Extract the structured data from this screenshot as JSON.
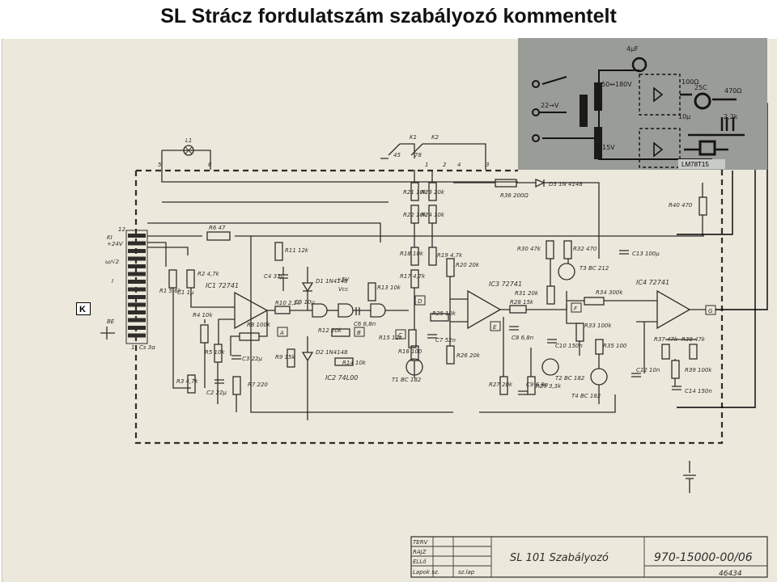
{
  "title": "SL Strácz fordulatszám szabályozó kommentelt",
  "marker_k": "K",
  "inset": {
    "regulator_label": "LM78T15",
    "notes": [
      "4µF",
      "100Ω",
      "25C",
      "470Ω",
      "10μ",
      "2,2k",
      "150↔180V",
      "22→V",
      "15V"
    ]
  },
  "schematic": {
    "connector_pins": [
      "12",
      "+24V",
      "ω/√2",
      "I",
      "BE",
      "1",
      "Cs 3α",
      "KI"
    ],
    "terminals": [
      "5",
      "6",
      "45",
      "78",
      "1",
      "2",
      "4",
      "3",
      "K1",
      "K2",
      "L1"
    ],
    "opamps": [
      "IC1 72741",
      "IC3 72741",
      "IC4 72741",
      "IC2 74L00"
    ],
    "components": [
      "R6 47",
      "R11 12k",
      "R2 4,7k",
      "R1 5,6k",
      "C1 1μ",
      "R4 10k",
      "R5 10k",
      "R3 4,7k",
      "C2 22μ",
      "C3 22μ",
      "R7 220",
      "R8 100k",
      "C4 33μ",
      "D1 1N4148",
      "+5V",
      "Vcc",
      "R10 2,2k",
      "C5 10μ",
      "R13 10k",
      "C6 6,8n",
      "R12 20k",
      "R9 15k",
      "D2 1N4148",
      "R14 10k",
      "R15 12k",
      "R16 100",
      "T1 BC 182",
      "C7 52n",
      "R25 10k",
      "R26 20k",
      "R17 4,7k",
      "R18 10k",
      "R19 4,7k",
      "R20 20k",
      "R21 10k",
      "R22 10k",
      "R23 20k",
      "R24 10k",
      "R36 200Ω",
      "D3 1N 4148",
      "R30 47k",
      "R32 470",
      "T3 BC 212",
      "C13 100μ",
      "R40 470",
      "R31 20k",
      "R28 15k",
      "C8 6,8n",
      "R27 20k",
      "C9 6,8n",
      "R29 3,3k",
      "C10 150n",
      "T2 BC 182",
      "R33 100k",
      "R35 100",
      "T4 BC 182",
      "R34 300k",
      "R37 47k",
      "R38 47k",
      "R39 100k",
      "C12 10n",
      "C14 150n"
    ],
    "blocks": [
      "A",
      "B",
      "C",
      "D",
      "E",
      "F",
      "G"
    ]
  },
  "title_block": {
    "rows": [
      "TERV",
      "RAJZ",
      "ELLő",
      "Lapok sz.",
      "sz.lap"
    ],
    "name": "SL 101  Szabályozó",
    "number": "970-15000-00/06",
    "stamp": "46434"
  }
}
